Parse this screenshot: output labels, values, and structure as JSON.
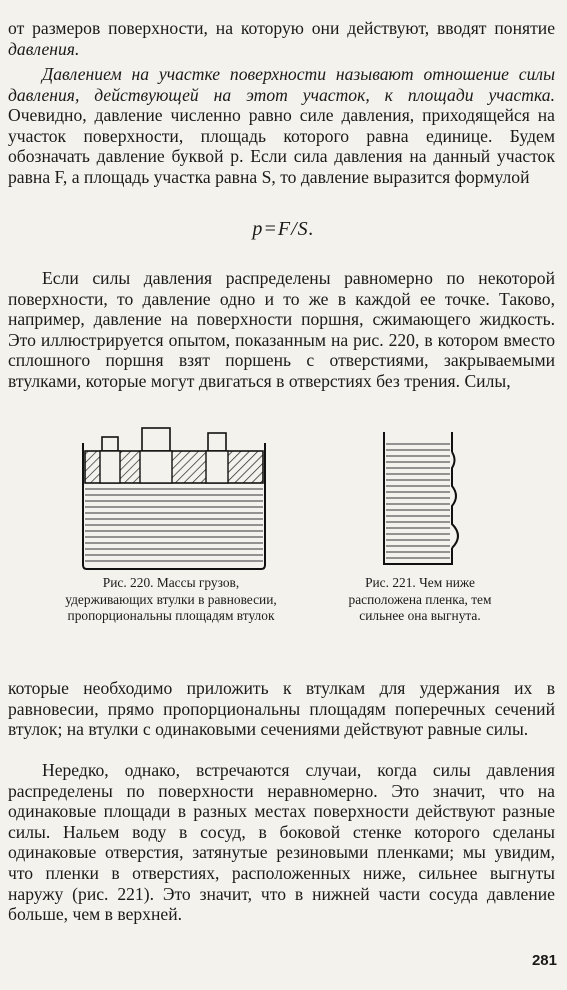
{
  "page": {
    "para1": "от размеров поверхности, на которую они действуют, вводят понятие ",
    "para1_italic": "давления.",
    "para2_italic": "Давлением на участке поверхности называют отношение силы давления, действующей на этот участок, к площади участка.",
    "para2_rest": " Очевидно, давление численно равно силе давления, приходящейся на участок поверхности, площадь которого равна единице. Будем обозначать давление буквой p. Если сила давления на данный участок равна F, а площадь участка равна S, то давление выразится формулой",
    "formula": "p=F/S.",
    "para3": "Если силы давления распределены равномерно по некоторой поверхности, то давление одно и то же в каждой ее точке. Таково, например, давление на поверхности поршня, сжимающего жидкость. Это иллюстрируется опытом, показанным на рис. 220, в котором вместо сплошного поршня взят поршень с отверстиями, закрываемыми втулками, которые могут двигаться в отверстиях без трения. Силы,",
    "fig220_caption": "Рис. 220. Массы грузов, удерживающих втулки в равновесии, пропорциональны площадям втулок",
    "fig221_caption": "Рис. 221. Чем ниже расположена пленка, тем сильнее она выгнута.",
    "para4": "которые необходимо приложить к втулкам для удержания их в равновесии, прямо пропорциональны площадям поперечных сечений втулок; на втулки с одинаковыми сечениями действуют равные силы.",
    "para5": "Нередко, однако, встречаются случаи, когда силы давления распределены по поверхности неравномерно. Это значит, что на одинаковые площади в разных местах поверхности действуют разные силы. Нальем воду в сосуд, в боковой стенке которого сделаны одинаковые отверстия, затянутые резиновыми пленками; мы увидим, что пленки в отверстиях, расположенных ниже, сильнее выгнуты наружу (рис. 221). Это значит, что в нижней части сосуда давление больше, чем в верхней.",
    "page_number": "281"
  }
}
